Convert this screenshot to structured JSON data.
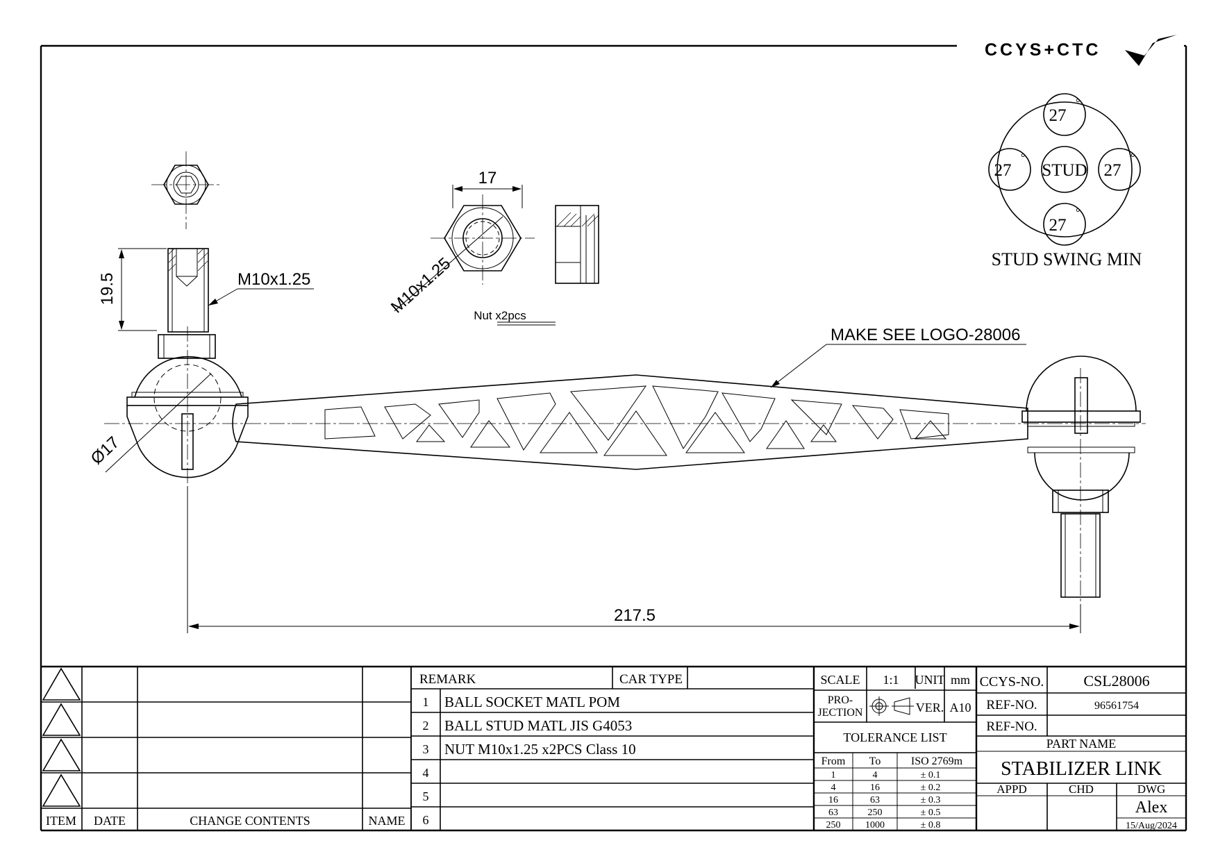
{
  "logo": {
    "text": "CCYS+CTC"
  },
  "stud_swing": {
    "title": "STUD SWING MIN",
    "center_label": "STUD",
    "angles": [
      "27",
      "27",
      "27",
      "27"
    ],
    "degree_mark": "°"
  },
  "dimensions": {
    "thread_length": "19.5",
    "thread_callout": "M10x1.25",
    "ball_diameter": "Ø17",
    "nut_width": "17",
    "nut_thread": "M10x1.25",
    "nut_note": "Nut x2pcs",
    "overall_length": "217.5",
    "logo_note": "MAKE SEE LOGO-28006"
  },
  "revision_table": {
    "headers": [
      "ITEM",
      "DATE",
      "CHANGE CONTENTS",
      "NAME"
    ]
  },
  "remarks": {
    "remark_label": "REMARK",
    "car_type_label": "CAR TYPE",
    "rows": [
      {
        "num": "1",
        "text": "BALL SOCKET MATL POM"
      },
      {
        "num": "2",
        "text": "BALL STUD MATL JIS G4053"
      },
      {
        "num": "3",
        "text": "NUT M10x1.25 x2PCS Class 10"
      },
      {
        "num": "4",
        "text": ""
      },
      {
        "num": "5",
        "text": ""
      },
      {
        "num": "6",
        "text": ""
      }
    ]
  },
  "spec": {
    "scale_label": "SCALE",
    "scale_value": "1:1",
    "unit_label": "UNIT",
    "unit_value": "mm",
    "projection_label_1": "PRO-",
    "projection_label_2": "JECTION",
    "ver_label": "VER.",
    "ver_value": "A10",
    "tolerance_title": "TOLERANCE LIST",
    "tolerance_headers": [
      "From",
      "To",
      "ISO 2769m"
    ],
    "tolerance_rows": [
      [
        "1",
        "4",
        "± 0.1"
      ],
      [
        "4",
        "16",
        "± 0.2"
      ],
      [
        "16",
        "63",
        "± 0.3"
      ],
      [
        "63",
        "250",
        "± 0.5"
      ],
      [
        "250",
        "1000",
        "± 0.8"
      ]
    ]
  },
  "title_block": {
    "ccys_no_label": "CCYS-NO.",
    "ccys_no": "CSL28006",
    "ref_no_label_1": "REF-NO.",
    "ref_no_1": "96561754",
    "ref_no_label_2": "REF-NO.",
    "ref_no_2": "",
    "part_name_label": "PART NAME",
    "part_name": "STABILIZER LINK",
    "appd_label": "APPD",
    "chd_label": "CHD",
    "dwg_label": "DWG",
    "drawn_by": "Alex",
    "date": "15/Aug/2024"
  }
}
